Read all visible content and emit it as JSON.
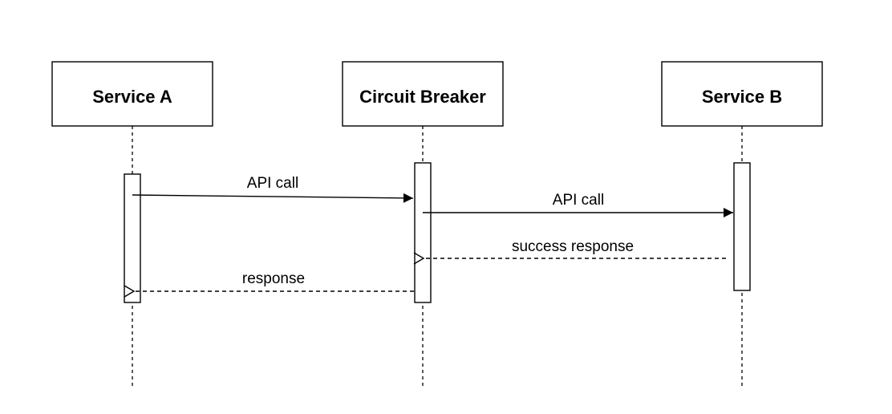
{
  "participants": [
    {
      "id": "A",
      "name": "Service A"
    },
    {
      "id": "CB",
      "name": "Circuit Breaker"
    },
    {
      "id": "B",
      "name": "Service B"
    }
  ],
  "messages": [
    {
      "from": "A",
      "to": "CB",
      "label": "API call",
      "style": "solid"
    },
    {
      "from": "CB",
      "to": "B",
      "label": "API call",
      "style": "solid"
    },
    {
      "from": "B",
      "to": "CB",
      "label": "success response",
      "style": "dashed"
    },
    {
      "from": "CB",
      "to": "A",
      "label": "response",
      "style": "dashed"
    }
  ],
  "colors": {
    "line": "#000000",
    "box_fill": "#ffffff",
    "background": "#ffffff"
  }
}
